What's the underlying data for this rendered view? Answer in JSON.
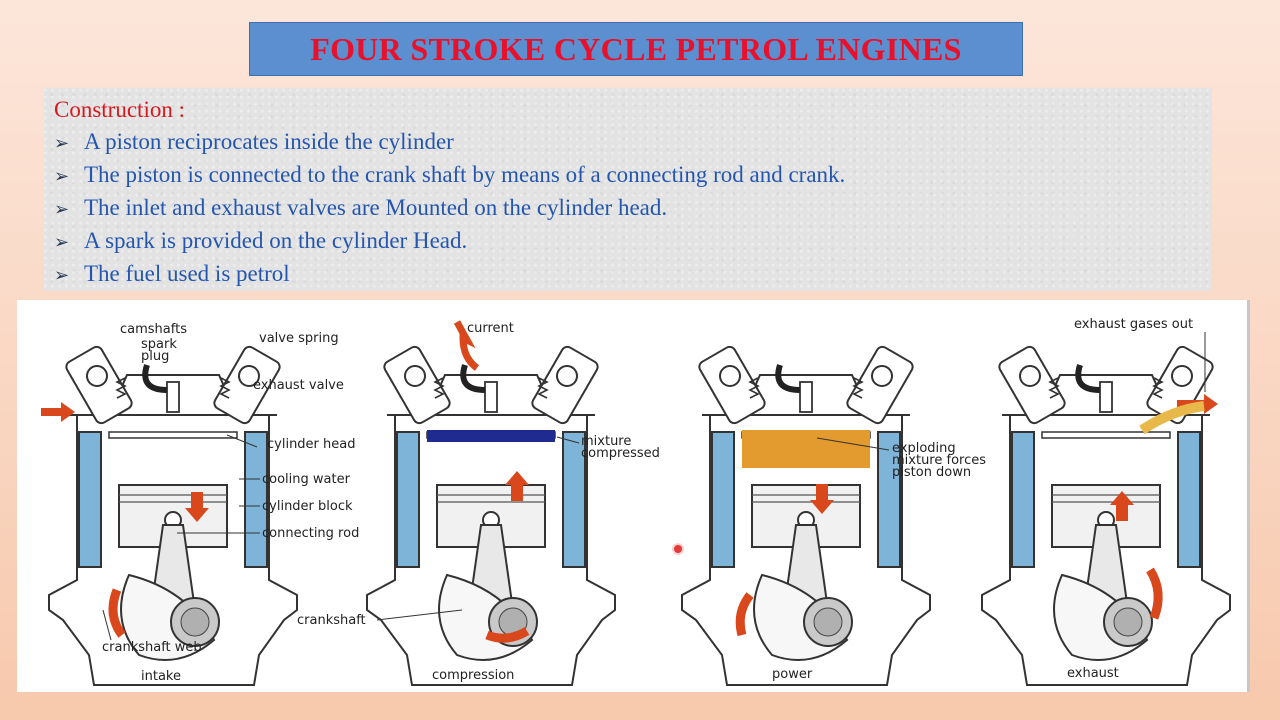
{
  "title": "FOUR STROKE CYCLE PETROL ENGINES",
  "construction": {
    "heading": "Construction :",
    "bullets": [
      "A piston reciprocates inside the cylinder",
      "The piston is connected to the crank shaft by means of a connecting rod and crank.",
      "The inlet and exhaust valves are Mounted on the cylinder head.",
      "A spark is provided on the cylinder Head.",
      "The fuel used is petrol"
    ],
    "bullet_icon": "arrowhead-bullet-icon"
  },
  "diagram": {
    "labels": {
      "camshafts": "camshafts",
      "spark_plug_1": "spark",
      "spark_plug_2": "plug",
      "valve_spring": "valve spring",
      "exhaust_valve": "exhaust valve",
      "cylinder_head": "cylinder head",
      "cooling_water": "cooling water",
      "cylinder_block": "cylinder block",
      "connecting_rod": "connecting rod",
      "crankshaft_web": "crankshaft web",
      "current": "current",
      "mixture_1": "mixture",
      "mixture_2": "compressed",
      "crankshaft": "crankshaft",
      "exploding_1": "exploding",
      "exploding_2": "mixture forces",
      "exploding_3": "piston down",
      "exhaust_gases": "exhaust gases out"
    },
    "strokes": [
      "intake",
      "compression",
      "power",
      "exhaust"
    ],
    "colors": {
      "intake_charge": "#b9cdea",
      "compressed_charge": "#1f2b8f",
      "power_charge": "#e39a2e",
      "exhaust_charge": "#e9b84a",
      "coolant": "#7db4d8",
      "arrow": "#d9481c"
    }
  }
}
